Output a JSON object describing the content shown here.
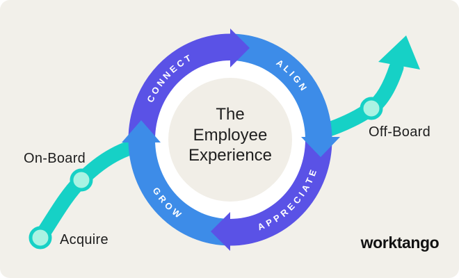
{
  "page": {
    "background": "#ffffff",
    "card_background": "#f2f0ea"
  },
  "colors": {
    "purple": "#5a52e6",
    "blue": "#3d8ce8",
    "teal": "#16d1c6",
    "mint_dot": "#a9f3e3",
    "ring_white": "#ffffff",
    "inner_circle": "#f1eee7",
    "text_dark": "#1f1f1f"
  },
  "diagram": {
    "center_title": {
      "line1": "The",
      "line2": "Employee",
      "line3": "Experience"
    },
    "stages": [
      {
        "label": "CONNECT",
        "color": "#5a52e6",
        "position": "top-left"
      },
      {
        "label": "ALIGN",
        "color": "#3d8ce8",
        "position": "top-right"
      },
      {
        "label": "APPRECIATE",
        "color": "#5a52e6",
        "position": "bottom-right"
      },
      {
        "label": "GROW",
        "color": "#3d8ce8",
        "position": "bottom-left"
      }
    ],
    "journey": [
      {
        "label": "Acquire",
        "position": "bottom-left"
      },
      {
        "label": "On-Board",
        "position": "left"
      },
      {
        "label": "Off-Board",
        "position": "right"
      }
    ]
  },
  "logo": {
    "text": "worktango"
  }
}
